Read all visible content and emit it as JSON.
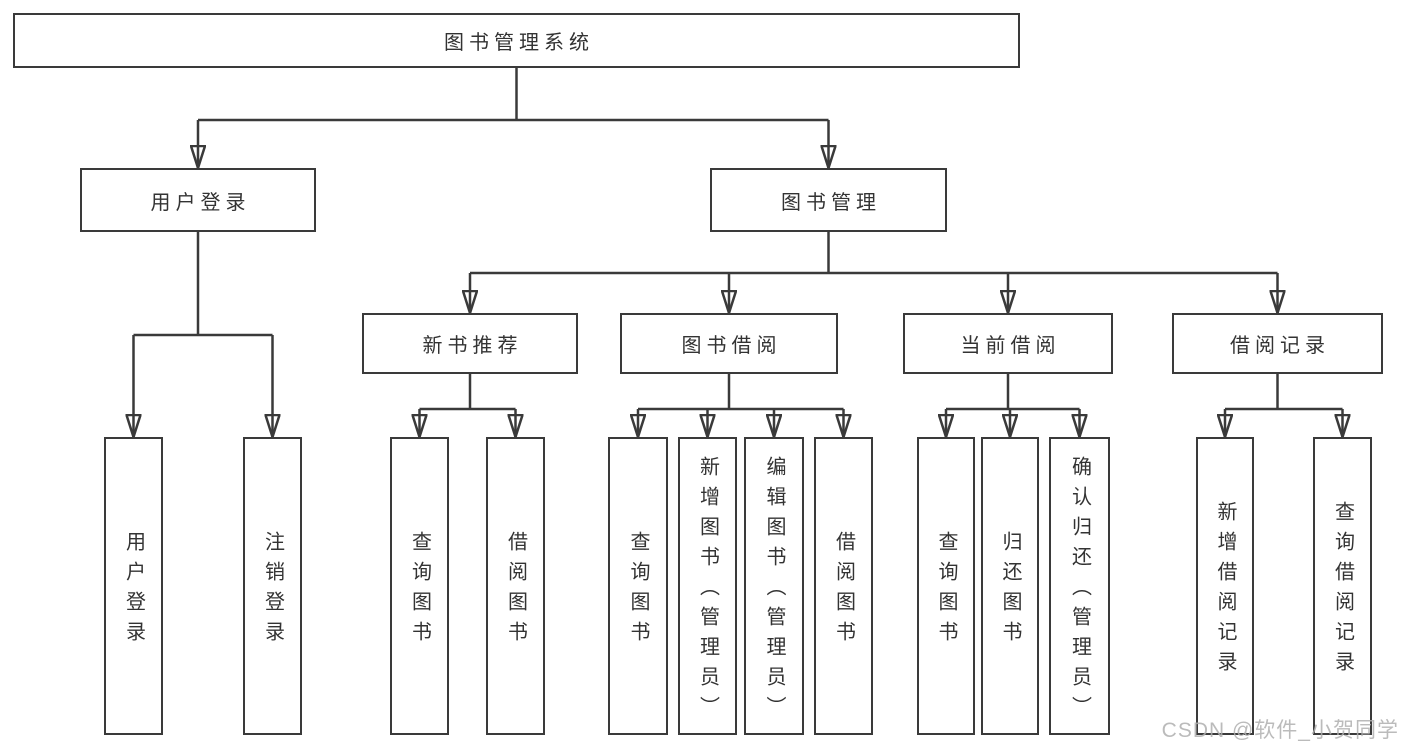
{
  "diagram": {
    "type": "tree-structure-chart",
    "colors": {
      "line": "#3a3a3a",
      "box_border": "#3a3a3a",
      "text": "#333333",
      "background": "#ffffff",
      "watermark": "#afafaf"
    }
  },
  "nodes": {
    "root": {
      "label": "图书管理系统"
    },
    "user_login": {
      "label": "用户登录"
    },
    "book_management": {
      "label": "图书管理"
    },
    "new_book_recommendation": {
      "label": "新书推荐"
    },
    "book_borrowing": {
      "label": "图书借阅"
    },
    "current_borrowing": {
      "label": "当前借阅"
    },
    "borrowing_records": {
      "label": "借阅记录"
    },
    "leaf_user_login": {
      "label": "用户登录"
    },
    "leaf_logout": {
      "label": "注销登录"
    },
    "leaf_query_books_recommend": {
      "label": "查询图书"
    },
    "leaf_borrow_books_recommend": {
      "label": "借阅图书"
    },
    "leaf_query_books_borrowing": {
      "label": "查询图书"
    },
    "leaf_add_books_admin": {
      "label": "新增图书（管理员）"
    },
    "leaf_edit_books_admin": {
      "label": "编辑图书（管理员）"
    },
    "leaf_borrow_books_borrowing": {
      "label": "借阅图书"
    },
    "leaf_query_books_current": {
      "label": "查询图书"
    },
    "leaf_return_books": {
      "label": "归还图书"
    },
    "leaf_confirm_return_admin": {
      "label": "确认归还（管理员）"
    },
    "leaf_add_borrow_record": {
      "label": "新增借阅记录"
    },
    "leaf_query_borrow_record": {
      "label": "查询借阅记录"
    }
  },
  "hierarchy": {
    "图书管理系统": [
      "用户登录",
      "图书管理"
    ],
    "用户登录": [
      "用户登录",
      "注销登录"
    ],
    "图书管理": [
      "新书推荐",
      "图书借阅",
      "当前借阅",
      "借阅记录"
    ],
    "新书推荐": [
      "查询图书",
      "借阅图书"
    ],
    "图书借阅": [
      "查询图书",
      "新增图书（管理员）",
      "编辑图书（管理员）",
      "借阅图书"
    ],
    "当前借阅": [
      "查询图书",
      "归还图书",
      "确认归还（管理员）"
    ],
    "借阅记录": [
      "新增借阅记录",
      "查询借阅记录"
    ]
  },
  "watermark": {
    "text": "CSDN @软件_小贺同学"
  }
}
